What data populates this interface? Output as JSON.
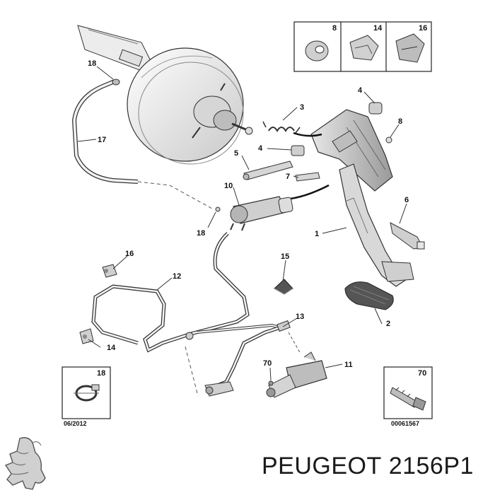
{
  "callouts": {
    "n1": "1",
    "n2": "2",
    "n3": "3",
    "n4a": "4",
    "n4b": "4",
    "n5": "5",
    "n6": "6",
    "n7": "7",
    "n8": "8",
    "n10": "10",
    "n11": "11",
    "n12": "12",
    "n13": "13",
    "n14": "14",
    "n15": "15",
    "n16": "16",
    "n17": "17",
    "n18a": "18",
    "n18b": "18",
    "n70": "70"
  },
  "inset_top": {
    "a": "8",
    "b": "14",
    "c": "16"
  },
  "inset_left": {
    "label": "18",
    "date": "06/2012"
  },
  "inset_right": {
    "label": "70",
    "ref": "00061567"
  },
  "caption": {
    "brand": "PEUGEOT",
    "part": "2156P1"
  },
  "logo": "peugeot-lion-logo"
}
